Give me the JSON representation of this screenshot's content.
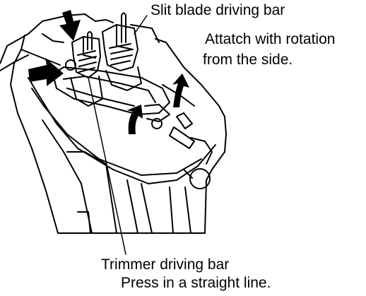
{
  "labels": {
    "slit_blade": {
      "title": "Slit blade driving bar",
      "instruction_line1": "Attatch with rotation",
      "instruction_line2": "from the side."
    },
    "trimmer": {
      "title": "Trimmer driving bar",
      "instruction": "Press in a straight line."
    }
  },
  "colors": {
    "ink": "#000000",
    "paper": "#ffffff"
  },
  "icons": [
    "push-arrow-icon",
    "rotation-arrow-icon"
  ]
}
